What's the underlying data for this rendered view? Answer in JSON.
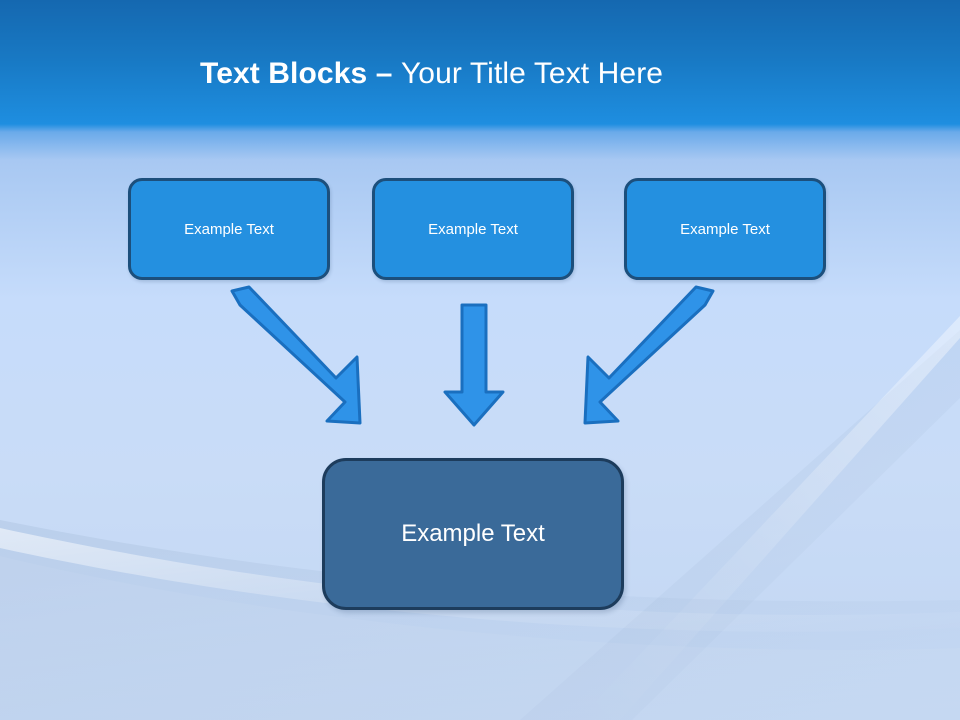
{
  "slide": {
    "title": {
      "strong": "Text Blocks ",
      "separator": "– ",
      "light": "Your Title Text Here"
    },
    "colors": {
      "header_top": "#1568b0",
      "header_bottom": "#1e8ee0",
      "background": "#c3dbfa",
      "top_box_fill": "#2490e0",
      "top_box_border": "#1c4f7c",
      "bottom_box_fill": "#3a6a99",
      "bottom_box_border": "#1d3c5c",
      "arrow_fill": "#2f93e8",
      "arrow_border": "#1a6fbf",
      "text": "#ffffff"
    },
    "top_boxes": [
      {
        "label": "Example Text"
      },
      {
        "label": "Example Text"
      },
      {
        "label": "Example Text"
      }
    ],
    "bottom_box": {
      "label": "Example Text"
    },
    "arrows": [
      {
        "name": "arrow-left-diagonal",
        "direction": "down-right"
      },
      {
        "name": "arrow-center-vertical",
        "direction": "down"
      },
      {
        "name": "arrow-right-diagonal",
        "direction": "down-left"
      }
    ]
  }
}
